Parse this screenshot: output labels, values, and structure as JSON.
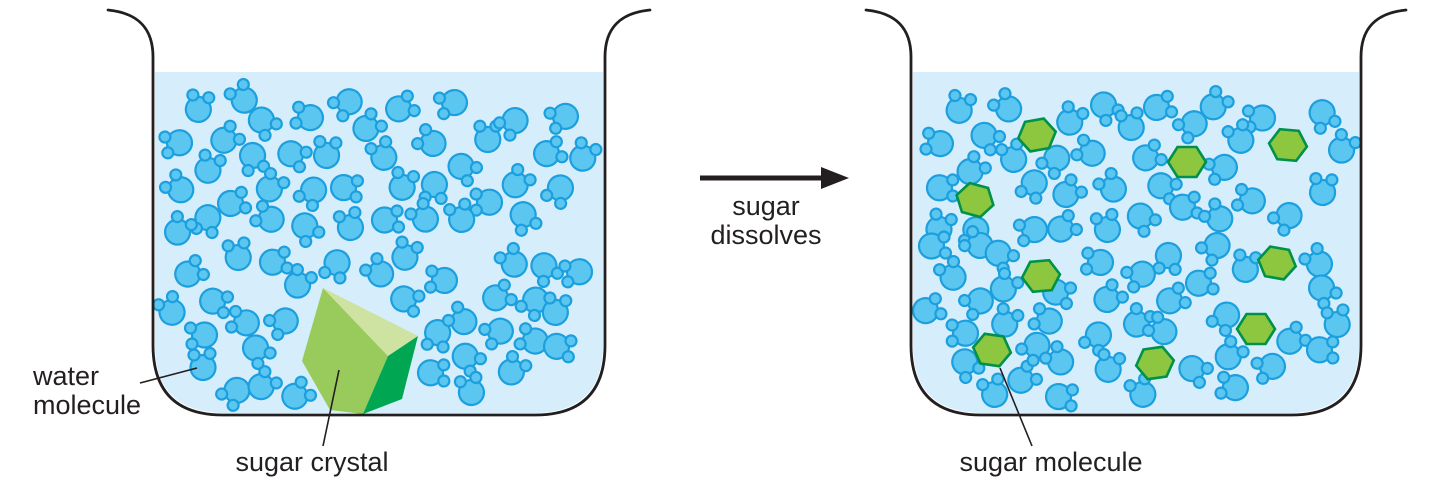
{
  "labels": {
    "water_molecule": "water molecule",
    "sugar_crystal": "sugar crystal",
    "sugar_molecule": "sugar molecule",
    "arrow_caption": "sugar dissolves"
  },
  "colors": {
    "outline": "#231F20",
    "water": "#D6EEFC",
    "mol_fill": "#5BC6F0",
    "mol_stroke": "#1C9FDE",
    "hex_fill": "#8DC63F",
    "hex_stroke": "#00914B",
    "crystal_front": "#99CA5C",
    "crystal_top": "#CEE3A2",
    "crystal_side": "#00A651",
    "text": "#231F20"
  },
  "left_beaker": {
    "molecules": [
      [
        199,
        107,
        15
      ],
      [
        243,
        98,
        -30
      ],
      [
        263,
        122,
        140
      ],
      [
        226,
        139,
        60
      ],
      [
        177,
        143,
        -95
      ],
      [
        209,
        168,
        25
      ],
      [
        253,
        158,
        170
      ],
      [
        179,
        188,
        -45
      ],
      [
        233,
        203,
        80
      ],
      [
        207,
        220,
        -160
      ],
      [
        179,
        230,
        35
      ],
      [
        308,
        117,
        -75
      ],
      [
        293,
        155,
        120
      ],
      [
        327,
        153,
        10
      ],
      [
        347,
        103,
        -120
      ],
      [
        368,
        127,
        55
      ],
      [
        383,
        155,
        -20
      ],
      [
        346,
        188,
        100
      ],
      [
        312,
        192,
        -140
      ],
      [
        271,
        187,
        40
      ],
      [
        269,
        218,
        -60
      ],
      [
        306,
        228,
        150
      ],
      [
        350,
        225,
        -10
      ],
      [
        401,
        108,
        70
      ],
      [
        452,
        103,
        -100
      ],
      [
        403,
        185,
        20
      ],
      [
        434,
        187,
        -170
      ],
      [
        387,
        220,
        90
      ],
      [
        424,
        217,
        -35
      ],
      [
        463,
        168,
        130
      ],
      [
        431,
        142,
        -55
      ],
      [
        488,
        137,
        5
      ],
      [
        513,
        122,
        -125
      ],
      [
        517,
        183,
        45
      ],
      [
        487,
        202,
        -85
      ],
      [
        524,
        217,
        160
      ],
      [
        461,
        217,
        -15
      ],
      [
        549,
        153,
        75
      ],
      [
        563,
        117,
        -105
      ],
      [
        584,
        156,
        30
      ],
      [
        559,
        190,
        -145
      ],
      [
        190,
        273,
        65
      ],
      [
        171,
        310,
        -25
      ],
      [
        215,
        302,
        110
      ],
      [
        202,
        335,
        -90
      ],
      [
        203,
        365,
        0
      ],
      [
        235,
        392,
        -130
      ],
      [
        263,
        385,
        50
      ],
      [
        244,
        322,
        -70
      ],
      [
        257,
        350,
        145
      ],
      [
        238,
        255,
        -5
      ],
      [
        275,
        262,
        85
      ],
      [
        283,
        322,
        -115
      ],
      [
        299,
        283,
        35
      ],
      [
        336,
        265,
        -155
      ],
      [
        297,
        395,
        60
      ],
      [
        379,
        272,
        -40
      ],
      [
        406,
        300,
        115
      ],
      [
        442,
        280,
        -80
      ],
      [
        406,
        255,
        25
      ],
      [
        437,
        335,
        -165
      ],
      [
        433,
        373,
        95
      ],
      [
        462,
        320,
        -50
      ],
      [
        467,
        358,
        135
      ],
      [
        471,
        390,
        -10
      ],
      [
        498,
        297,
        70
      ],
      [
        498,
        332,
        -110
      ],
      [
        513,
        370,
        40
      ],
      [
        534,
        302,
        -140
      ],
      [
        556,
        310,
        15
      ],
      [
        533,
        340,
        -65
      ],
      [
        559,
        347,
        105
      ],
      [
        513,
        262,
        -30
      ],
      [
        545,
        268,
        155
      ],
      [
        577,
        272,
        -95
      ]
    ]
  },
  "right_beaker": {
    "molecules": [
      [
        960,
        108,
        20
      ],
      [
        1007,
        107,
        -40
      ],
      [
        986,
        137,
        130
      ],
      [
        938,
        143,
        -75
      ],
      [
        972,
        170,
        50
      ],
      [
        1013,
        157,
        -15
      ],
      [
        942,
        188,
        95
      ],
      [
        1055,
        160,
        -135
      ],
      [
        1071,
        120,
        30
      ],
      [
        1090,
        152,
        -60
      ],
      [
        1105,
        107,
        145
      ],
      [
        1131,
        125,
        -5
      ],
      [
        1159,
        107,
        80
      ],
      [
        1192,
        125,
        -120
      ],
      [
        1215,
        105,
        45
      ],
      [
        1260,
        118,
        -90
      ],
      [
        1323,
        115,
        160
      ],
      [
        1240,
        138,
        -20
      ],
      [
        1148,
        157,
        70
      ],
      [
        1222,
        168,
        -105
      ],
      [
        1343,
        148,
        35
      ],
      [
        1033,
        185,
        -150
      ],
      [
        1068,
        193,
        55
      ],
      [
        1112,
        187,
        -35
      ],
      [
        1163,
        187,
        120
      ],
      [
        1250,
        200,
        -70
      ],
      [
        1323,
        190,
        10
      ],
      [
        1287,
        217,
        -125
      ],
      [
        1185,
        207,
        85
      ],
      [
        1218,
        217,
        -45
      ],
      [
        1142,
        218,
        140
      ],
      [
        1107,
        227,
        -10
      ],
      [
        1063,
        228,
        65
      ],
      [
        1032,
        230,
        -100
      ],
      [
        940,
        227,
        25
      ],
      [
        975,
        232,
        -160
      ],
      [
        934,
        246,
        90
      ],
      [
        978,
        244,
        -55
      ],
      [
        1000,
        255,
        135
      ],
      [
        952,
        275,
        -25
      ],
      [
        928,
        310,
        75
      ],
      [
        978,
        302,
        -115
      ],
      [
        1005,
        287,
        40
      ],
      [
        963,
        333,
        -85
      ],
      [
        966,
        364,
        150
      ],
      [
        994,
        392,
        -15
      ],
      [
        1023,
        379,
        60
      ],
      [
        1035,
        347,
        -130
      ],
      [
        1006,
        322,
        30
      ],
      [
        1047,
        320,
        -65
      ],
      [
        1058,
        293,
        110
      ],
      [
        1059,
        360,
        -40
      ],
      [
        1061,
        397,
        100
      ],
      [
        1097,
        337,
        -145
      ],
      [
        1109,
        367,
        20
      ],
      [
        1098,
        262,
        -80
      ],
      [
        1109,
        298,
        55
      ],
      [
        1140,
        275,
        -110
      ],
      [
        1138,
        322,
        35
      ],
      [
        1168,
        258,
        -170
      ],
      [
        1172,
        300,
        70
      ],
      [
        1162,
        330,
        -50
      ],
      [
        1194,
        370,
        125
      ],
      [
        1142,
        392,
        -20
      ],
      [
        1201,
        283,
        85
      ],
      [
        1225,
        317,
        -140
      ],
      [
        1230,
        355,
        45
      ],
      [
        1233,
        387,
        -75
      ],
      [
        1246,
        267,
        15
      ],
      [
        1270,
        367,
        -105
      ],
      [
        1292,
        340,
        60
      ],
      [
        1318,
        262,
        -35
      ],
      [
        1323,
        290,
        145
      ],
      [
        1337,
        322,
        -5
      ],
      [
        1322,
        350,
        95
      ],
      [
        1215,
        247,
        -125
      ]
    ],
    "sugar_molecules": [
      [
        1037,
        135,
        -10
      ],
      [
        1187,
        162,
        0
      ],
      [
        1288,
        145,
        5
      ],
      [
        975,
        200,
        15
      ],
      [
        1041,
        276,
        -5
      ],
      [
        1277,
        263,
        10
      ],
      [
        1256,
        329,
        0
      ],
      [
        992,
        350,
        8
      ],
      [
        1155,
        363,
        -8
      ]
    ]
  }
}
